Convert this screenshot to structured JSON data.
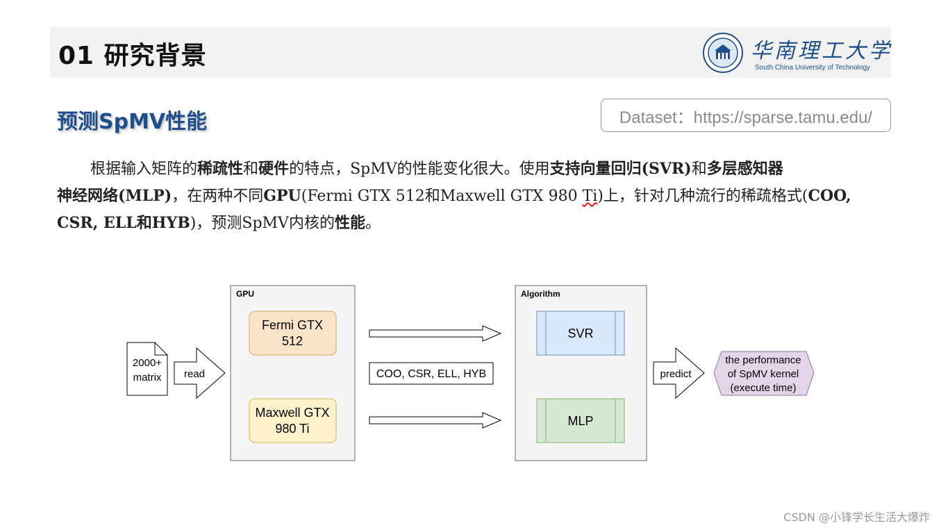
{
  "header": {
    "title": "01 研究背景",
    "logo": {
      "name_cn": "华南理工大学",
      "name_en": "South China University of Technology"
    }
  },
  "subtitle": "预测SpMV性能",
  "dataset": "Dataset：https://sparse.tamu.edu/",
  "body": {
    "line1": [
      "根据输入矩阵的",
      "稀疏性",
      "和",
      "硬件",
      "的特点，SpMV的性能变化很大。使用",
      "支持向量回归(SVR)",
      "和",
      "多层感知器"
    ],
    "line2": [
      "神经网络(MLP)",
      "，在两种不同",
      "GPU",
      "(Fermi GTX 512和Maxwell GTX 980 ",
      "Ti",
      ")上，针对几种流行的稀疏格式(",
      "COO,"
    ],
    "line3": [
      "CSR, ELL和HYB",
      ")，预测SpMV内核的",
      "性能",
      "。"
    ]
  },
  "diagram": {
    "input_doc": [
      "2000+",
      "matrix"
    ],
    "read_arrow": "read",
    "gpu_group": {
      "label": "GPU",
      "items": [
        [
          "Fermi GTX",
          "512"
        ],
        [
          "Maxwell GTX",
          "980 Ti"
        ]
      ]
    },
    "formats_label": "COO, CSR, ELL, HYB",
    "algorithm_group": {
      "label": "Algorithm",
      "items": [
        "SVR",
        "MLP"
      ]
    },
    "predict_arrow": "predict",
    "output": [
      "the performance",
      "of SpMV kernel",
      "(execute time)"
    ]
  },
  "watermark": "CSDN @小锋学长生活大爆炸",
  "colors": {
    "accent_blue": "#1f4e8c",
    "header_bg": "#f2f2f2",
    "gpu_fermi_fill": "#fce4c8",
    "gpu_fermi_stroke": "#d9a657",
    "gpu_maxwell_fill": "#fff2cc",
    "gpu_maxwell_stroke": "#d6b656",
    "svr_fill": "#dae8fc",
    "svr_stroke": "#6c8ebf",
    "mlp_fill": "#d5e8d4",
    "mlp_stroke": "#82b366",
    "output_fill": "#e1d5e7",
    "output_stroke": "#9673a6"
  }
}
